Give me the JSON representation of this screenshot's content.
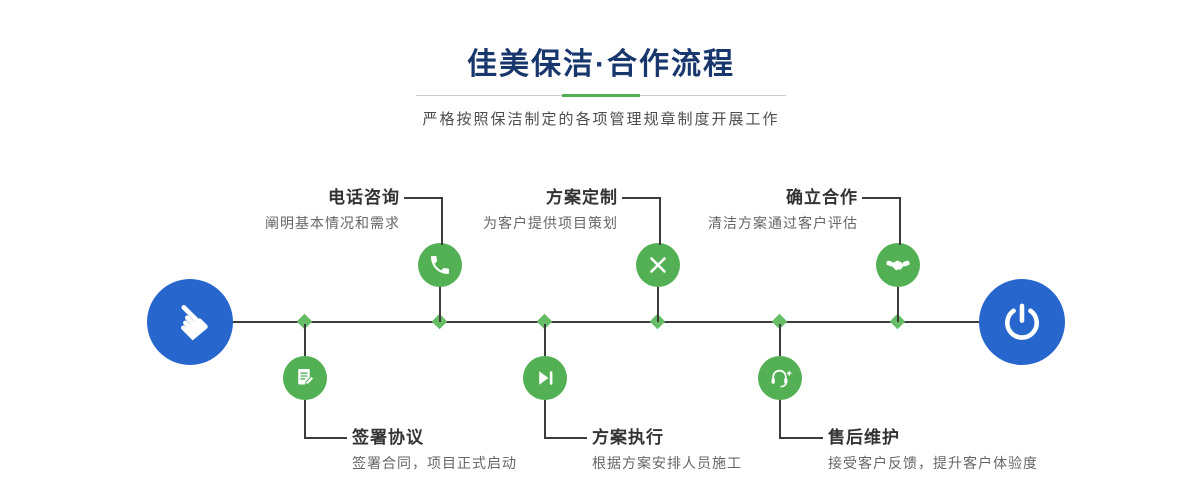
{
  "header": {
    "title": "佳美保洁·合作流程",
    "subtitle": "严格按照保洁制定的各项管理规章制度开展工作"
  },
  "colors": {
    "accent_green": "#54b054",
    "accent_blue": "#2767cd",
    "title_navy": "#17376d",
    "line_dark": "#3c3c3c"
  },
  "flow": {
    "start_icon": "hand-pointer-icon",
    "end_icon": "power-icon",
    "steps_top": [
      {
        "title": "电话咨询",
        "desc": "阐明基本情况和需求",
        "icon": "phone-icon"
      },
      {
        "title": "方案定制",
        "desc": "为客户提供项目策划",
        "icon": "design-icon"
      },
      {
        "title": "确立合作",
        "desc": "清洁方案通过客户评估",
        "icon": "handshake-icon"
      }
    ],
    "steps_bottom": [
      {
        "title": "签署协议",
        "desc": "签署合同，项目正式启动",
        "icon": "contract-icon"
      },
      {
        "title": "方案执行",
        "desc": "根据方案安排人员施工",
        "icon": "execute-icon"
      },
      {
        "title": "售后维护",
        "desc": "接受客户反馈，提升客户体验度",
        "icon": "headset-icon"
      }
    ]
  }
}
